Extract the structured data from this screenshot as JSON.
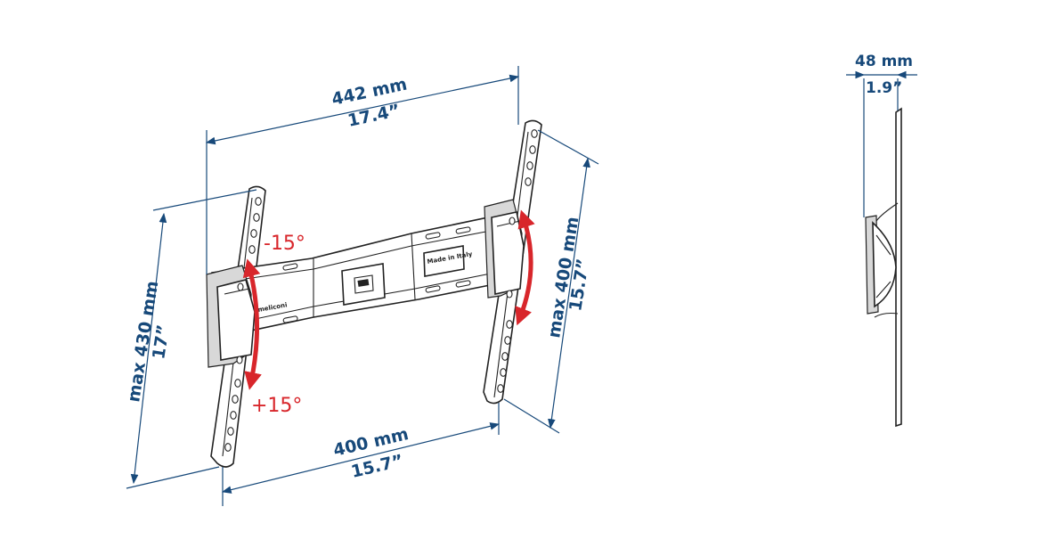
{
  "dimensions": {
    "top_width": {
      "mm": "442 mm",
      "inch": "17.4”"
    },
    "bottom_width": {
      "mm": "400 mm",
      "inch": "15.7”"
    },
    "left_height": {
      "mm": "max 430 mm",
      "inch": "17”"
    },
    "right_height": {
      "mm": "max 400 mm",
      "inch": "15.7”"
    },
    "depth": {
      "mm": "48 mm",
      "inch": "1.9”"
    }
  },
  "tilt": {
    "up": "-15°",
    "down": "+15°"
  },
  "arm_labels": {
    "left": "meliconi",
    "right": "Made in Italy"
  },
  "colors": {
    "dimension": "#17497a",
    "tilt_arrow": "#d8262b",
    "outline": "#222222"
  }
}
